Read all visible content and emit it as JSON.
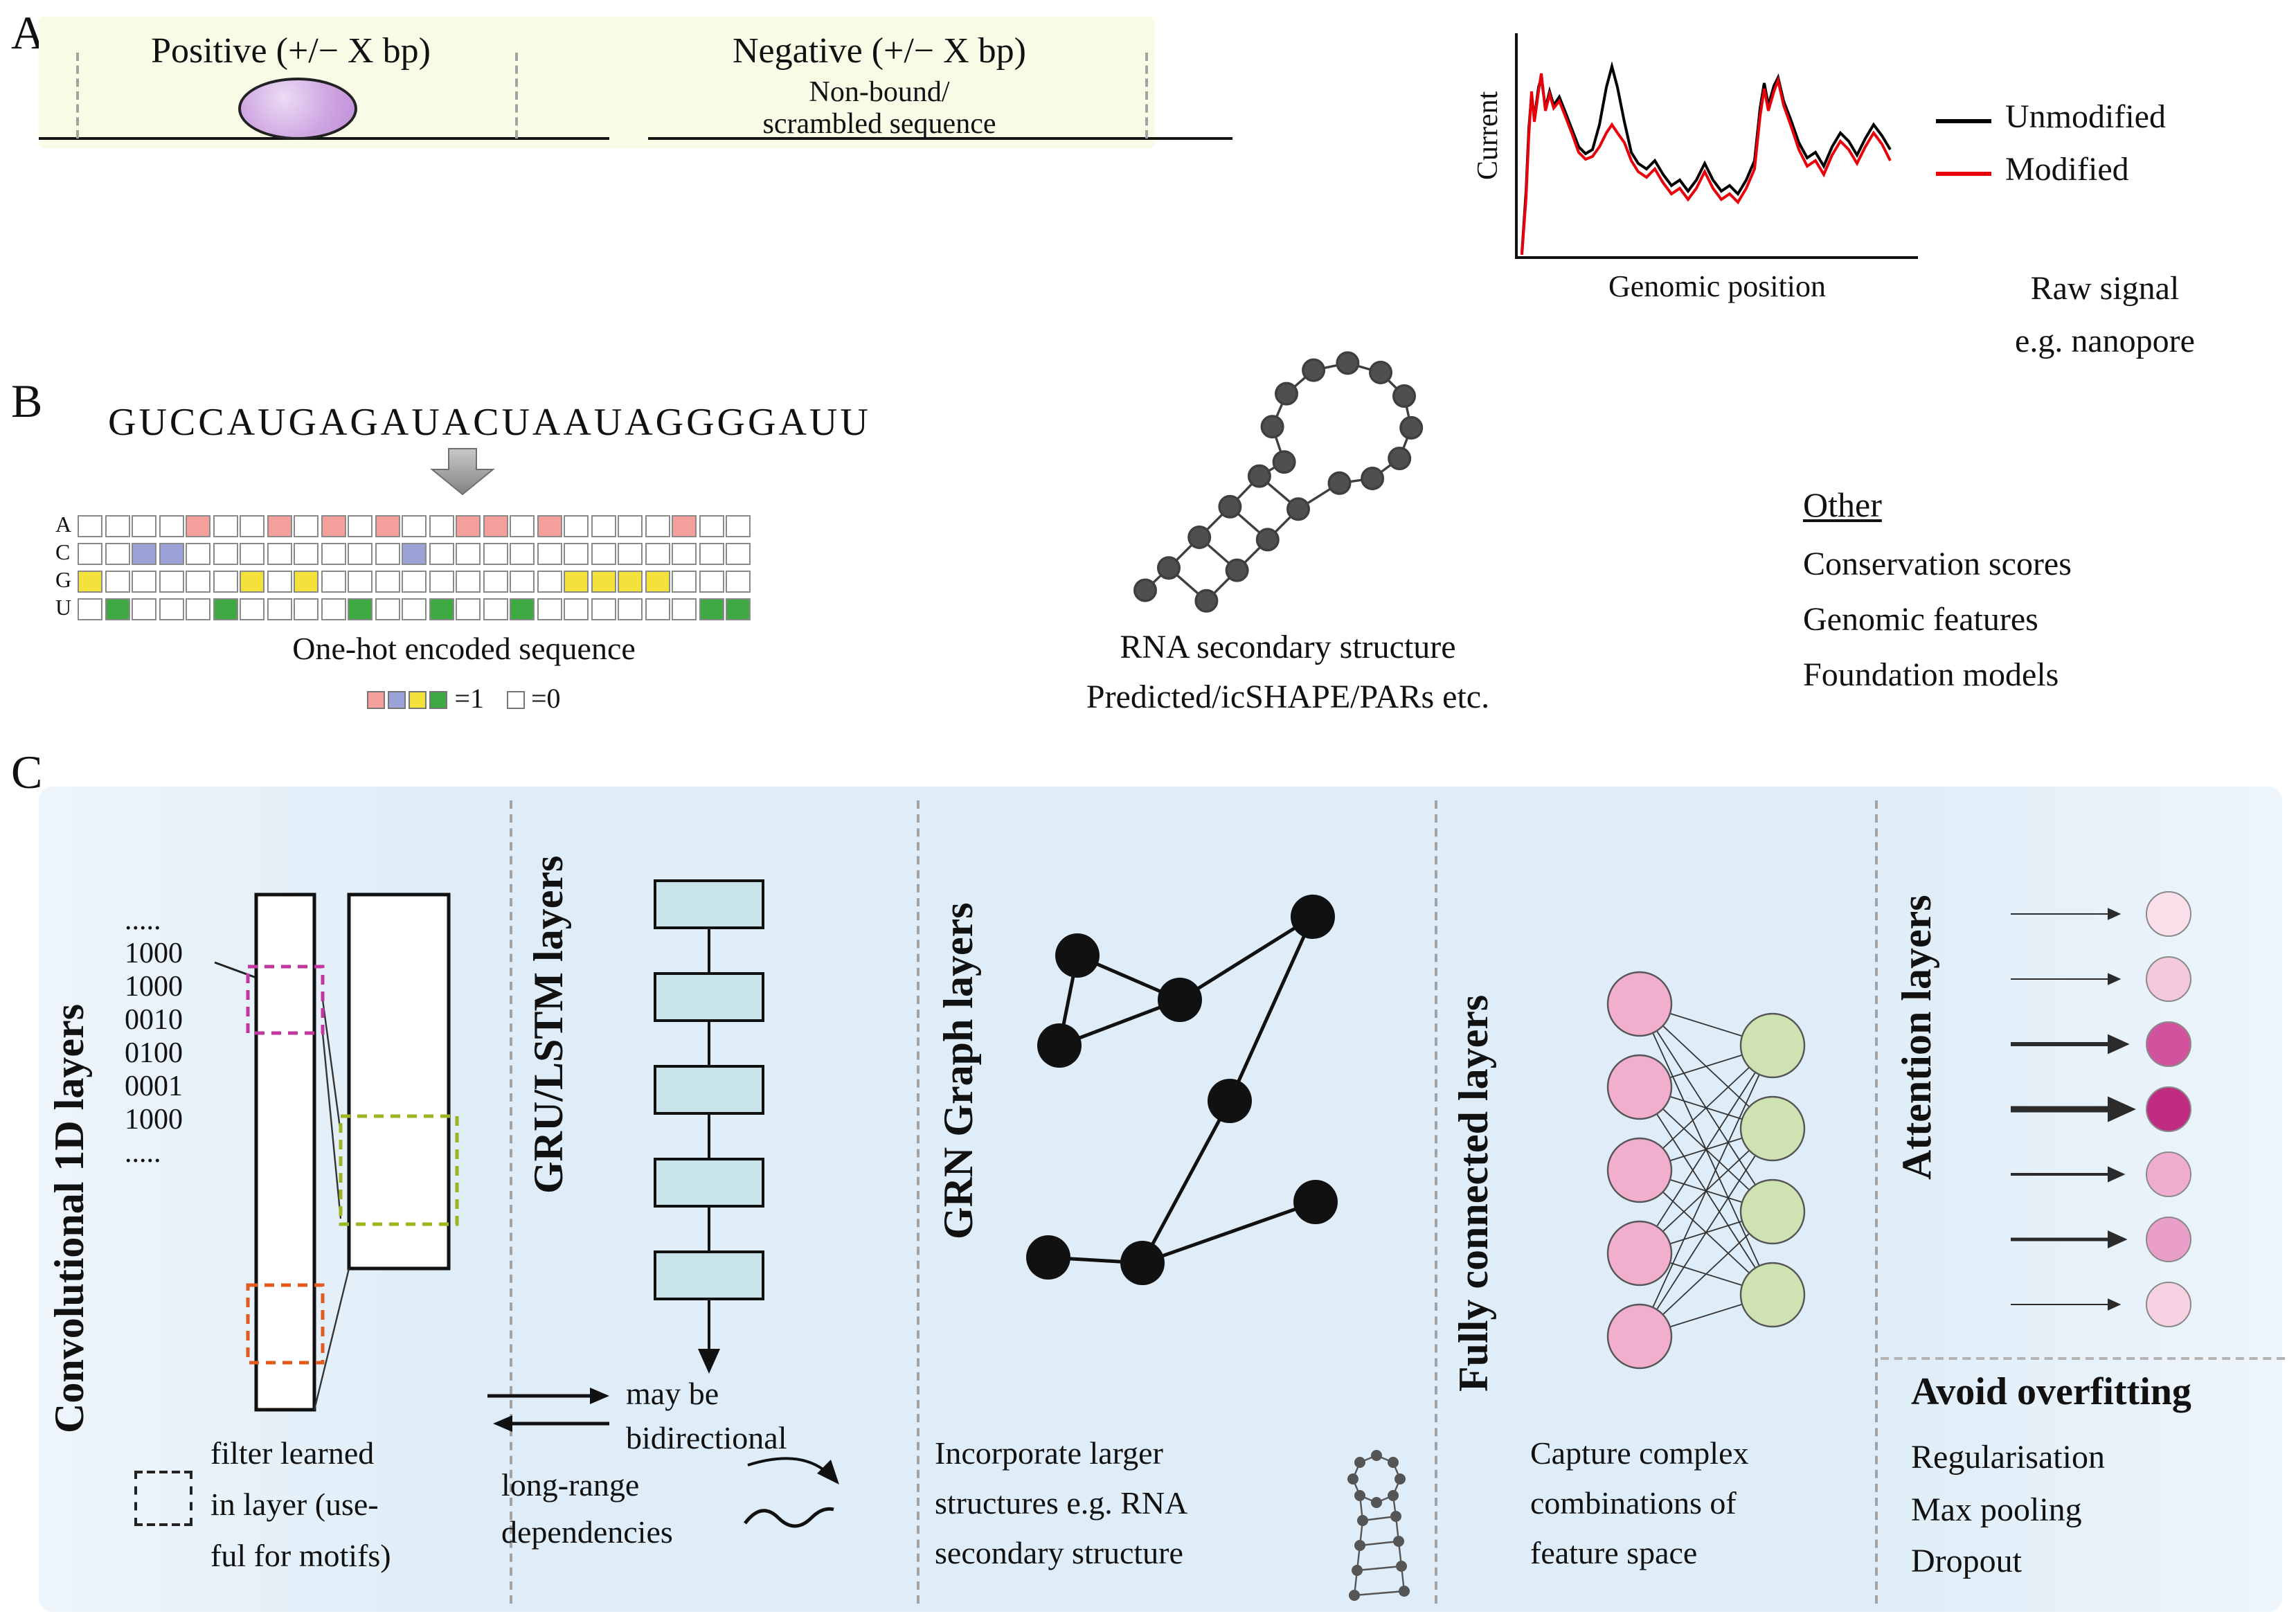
{
  "panelA": {
    "label": "A",
    "positive_title": "Positive (+/− X bp)",
    "negative_title": "Negative (+/− X bp)",
    "negative_note1": "Non-bound/",
    "negative_note2": "scrambled sequence",
    "chart": {
      "ylabel": "Current",
      "xlabel": "Genomic position",
      "series": [
        {
          "label": "Unmodified",
          "color": "#000000"
        },
        {
          "label": "Modified",
          "color": "#e8000b"
        }
      ],
      "caption1": "Raw signal",
      "caption2": "e.g. nanopore"
    }
  },
  "panelB": {
    "label": "B",
    "sequence": "GUCCAUGAGAUACUAAUAGGGGAUU",
    "row_labels": [
      "A",
      "C",
      "G",
      "U"
    ],
    "cell_colors": {
      "A": "#f5a09c",
      "C": "#9ba3d9",
      "G": "#f2e23b",
      "U": "#3fa944"
    },
    "caption": "One-hot encoded sequence",
    "legend_one": "=1",
    "legend_zero": "=0",
    "rna_line1": "RNA secondary structure",
    "rna_line2": "Predicted/icSHAPE/PARs etc.",
    "other_title": "Other",
    "other_items": [
      "Conservation scores",
      "Genomic features",
      "Foundation models"
    ]
  },
  "panelC": {
    "label": "C",
    "conv": {
      "title": "Convolutional 1D layers",
      "dots": ".....",
      "binary": [
        "1000",
        "1000",
        "0010",
        "0100",
        "0001",
        "1000"
      ],
      "caption_lines": [
        "filter learned",
        "in layer (use-",
        "ful for motifs)"
      ]
    },
    "gru": {
      "title": "GRU/LSTM layers",
      "note1_lines": [
        "may be",
        "bidirectional"
      ],
      "note2_lines": [
        "long-range",
        "dependencies"
      ]
    },
    "grn": {
      "title": "GRN Graph layers",
      "caption_lines": [
        "Incorporate larger",
        "structures e.g. RNA",
        "secondary structure"
      ]
    },
    "fc": {
      "title": "Fully connected layers",
      "inputs": 5,
      "outputs": 4,
      "input_color": "#f2afcd",
      "output_color": "#cfe2b2",
      "caption_lines": [
        "Capture complex",
        "combinations of",
        "feature space"
      ]
    },
    "attn": {
      "title": "Attention layers",
      "rows": [
        {
          "weight": 1,
          "color": "#f9e0eb"
        },
        {
          "weight": 1,
          "color": "#f4c9dc"
        },
        {
          "weight": 3,
          "color": "#d1539e"
        },
        {
          "weight": 4.5,
          "color": "#c02c82"
        },
        {
          "weight": 2,
          "color": "#efadd0"
        },
        {
          "weight": 2.5,
          "color": "#e99fc8"
        },
        {
          "weight": 1,
          "color": "#f6d2e2"
        }
      ]
    },
    "overfit": {
      "title": "Avoid overfitting",
      "items": [
        "Regularisation",
        "Max pooling",
        "Dropout"
      ]
    }
  }
}
